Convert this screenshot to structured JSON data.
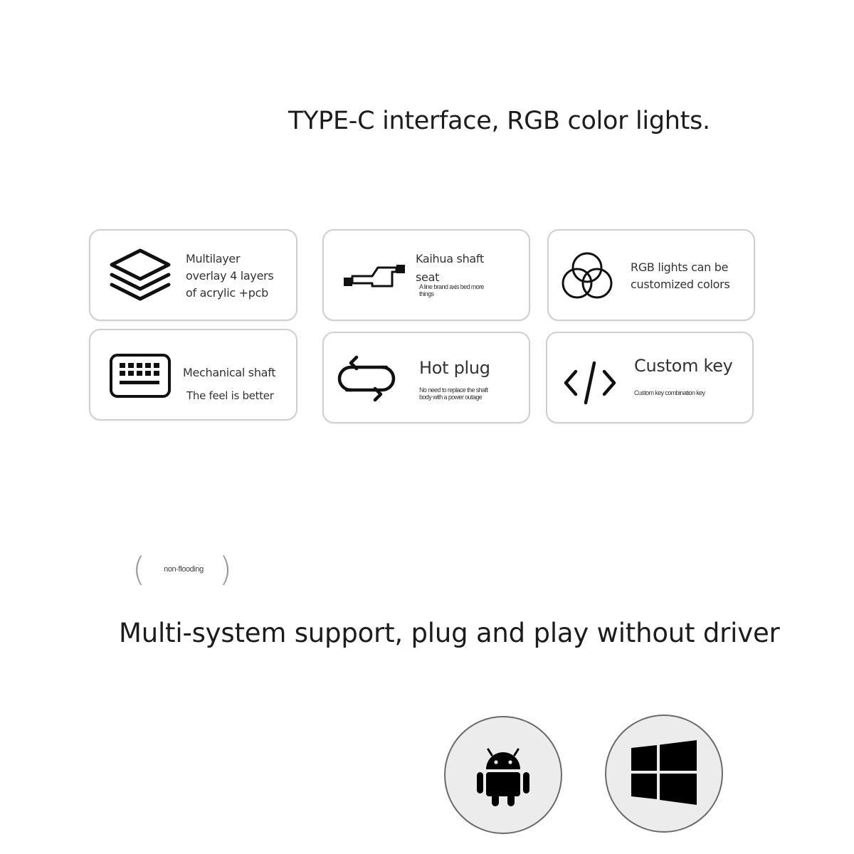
{
  "headline_top": "TYPE-C interface, RGB color lights.",
  "features": [
    {
      "icon": "layers-icon",
      "lines": [
        "Multilayer",
        "overlay 4 layers",
        "of acrylic +pcb"
      ]
    },
    {
      "icon": "switch-shaft-icon",
      "lines": [
        "Kaihua shaft",
        "seat"
      ],
      "sub": [
        "A line brand axis bed more",
        "things"
      ]
    },
    {
      "icon": "rgb-circles-icon",
      "lines": [
        "RGB lights can be",
        "customized colors"
      ]
    },
    {
      "icon": "keyboard-icon",
      "lines": [
        "Mechanical shaft",
        "The feel is better"
      ]
    },
    {
      "icon": "hot-plug-arrows-icon",
      "title": "Hot plug",
      "sub": [
        "No need to replace the shaft",
        "body with a power outage"
      ]
    },
    {
      "icon": "code-brackets-icon",
      "title": "Custom key",
      "sub": [
        "Custom key combination key"
      ]
    }
  ],
  "pill_label": "non-flooding",
  "headline_bottom": "Multi-system support, plug and play without driver",
  "os": [
    {
      "icon": "android-icon"
    },
    {
      "icon": "windows-icon"
    }
  ]
}
